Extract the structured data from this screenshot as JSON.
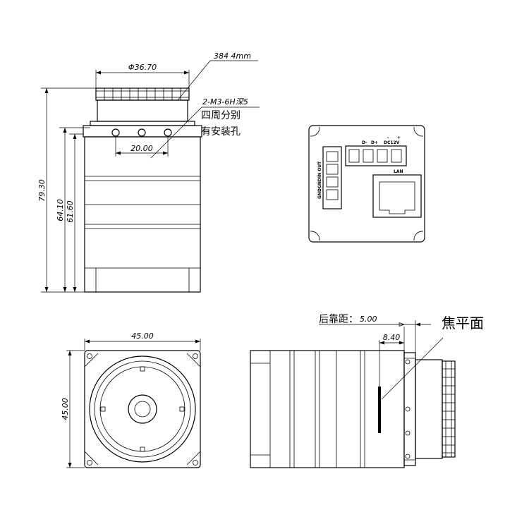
{
  "top_view": {
    "dims": {
      "lens_diameter": "Φ36.70",
      "lens_length": "384 4mm",
      "hole_spec": "2-M3-6H深5",
      "hole_note_line1": "四周分别",
      "hole_note_line2": "有安装孔",
      "hole_spacing": "20.00",
      "height_total": "79.30",
      "height_body": "64.10",
      "height_body_inner": "61.60"
    }
  },
  "back_panel": {
    "labels": {
      "d_minus": "D-",
      "d_plus": "D+",
      "minus": "-",
      "plus": "+",
      "power": "DC12V",
      "lan": "LAN",
      "io": "GNDGNDIN OUT"
    }
  },
  "front_view": {
    "dims": {
      "width": "45.00",
      "height": "45.00"
    }
  },
  "side_view": {
    "dims": {
      "back_focal_label": "后靠距：",
      "back_focal_value": "5.00",
      "inner_distance": "8.40",
      "focal_plane": "焦平面"
    }
  }
}
